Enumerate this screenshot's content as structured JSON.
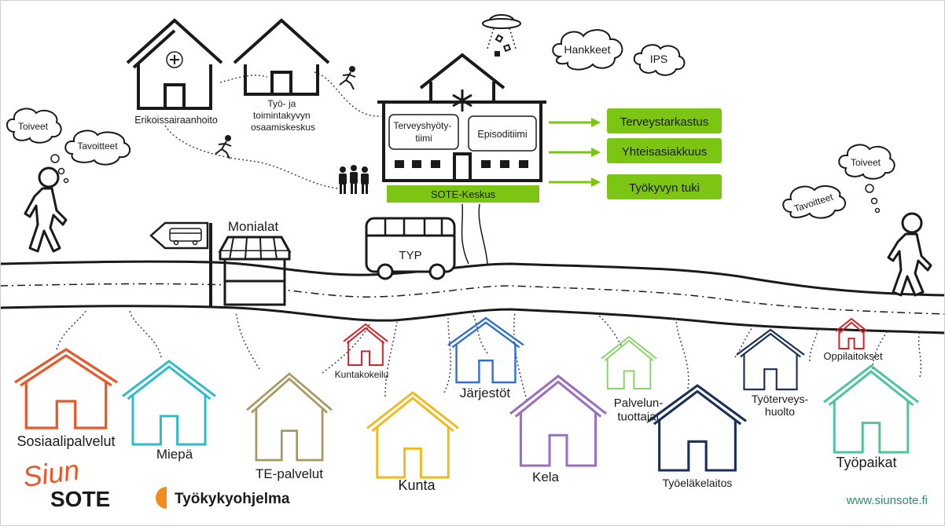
{
  "top_houses": {
    "erikoissairaanhoito": "Erikoissairaanhoito",
    "osaamiskeskus": [
      "Työ- ja",
      "toimintakyvyn",
      "osaamiskeskus"
    ]
  },
  "clouds": {
    "hankkeet": "Hankkeet",
    "ips": "IPS"
  },
  "sote": {
    "box_left": [
      "Terveyshyöty-",
      "tiimi"
    ],
    "box_right": "Episoditiimi",
    "label": "SOTE-Keskus"
  },
  "services": [
    "Terveystarkastus",
    "Yhteisasiakkuus",
    "Työkyvyn tuki"
  ],
  "left_person": {
    "thought1": "Toiveet",
    "thought2": "Tavoitteet"
  },
  "right_person": {
    "thought1": "Toiveet",
    "thought2": "Tavoitteet"
  },
  "monialat": "Monialat",
  "bus": "TYP",
  "bottom_houses": [
    {
      "label": "Sosiaalipalvelut",
      "color": "#e8582a"
    },
    {
      "label": "Miepä",
      "color": "#2bbcc7"
    },
    {
      "label": "TE-palvelut",
      "color": "#a89860"
    },
    {
      "label": "Kuntakokeilu",
      "color": "#d2232a"
    },
    {
      "label": "Kunta",
      "color": "#f2b81c"
    },
    {
      "label": "Järjestöt",
      "color": "#2f6fce"
    },
    {
      "label": "Kela",
      "color": "#9b6fc0"
    },
    {
      "label": [
        "Palvelun-",
        "tuottajat"
      ],
      "color": "#8cd46a"
    },
    {
      "label": "Työeläkelaitos",
      "color": "#1b2f5b"
    },
    {
      "label": [
        "Työterveys-",
        "huolto"
      ],
      "color": "#1b2f5b"
    },
    {
      "label": "Oppilaitokset",
      "color": "#d2232a"
    },
    {
      "label": "Työpaikat",
      "color": "#4dc4a0"
    }
  ],
  "logos": {
    "siun": "Siun",
    "sote": "SOTE",
    "tyokyky": "Työkykyohjelma"
  },
  "website": "www.siunsote.fi",
  "colors": {
    "green": "#7cc512",
    "site": "#2e8b6e"
  }
}
